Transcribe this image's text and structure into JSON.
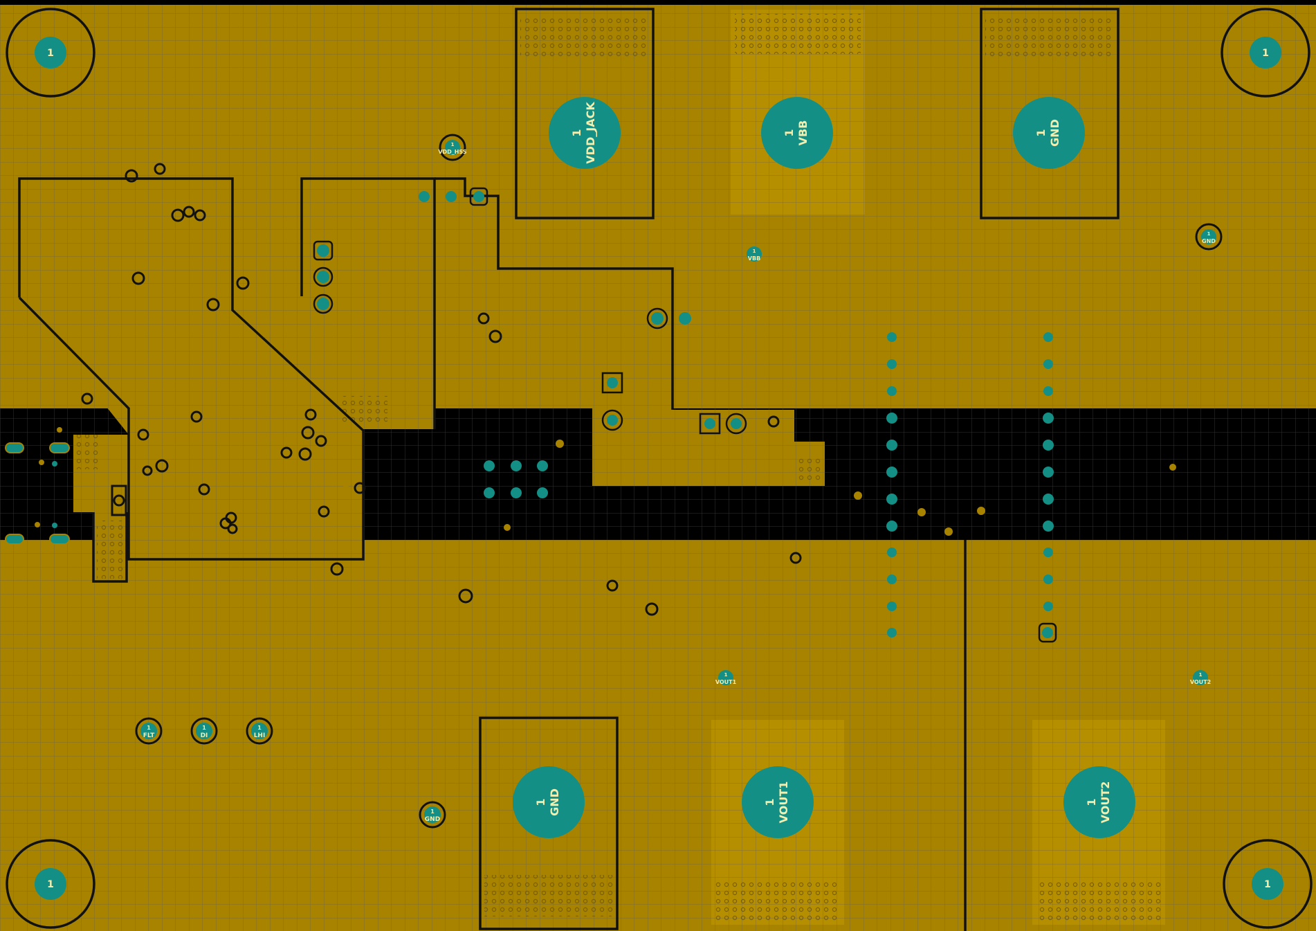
{
  "colors": {
    "background": "#000000",
    "copper": "#a88300",
    "copper_light": "#b68f00",
    "pad": "#138f86",
    "outline": "#111111",
    "label": "#f2eeb0",
    "grid": "#5b5b5b"
  },
  "mounting_holes": [
    "1",
    "1",
    "1",
    "1"
  ],
  "connectors": {
    "vdd_jack": {
      "num": "1",
      "net": "VDD_JACK"
    },
    "vbb": {
      "num": "1",
      "net": "VBB"
    },
    "gnd_top": {
      "num": "1",
      "net": "GND"
    },
    "gnd_bottom": {
      "num": "1",
      "net": "GND"
    },
    "vout1": {
      "num": "1",
      "net": "VOUT1"
    },
    "vout2": {
      "num": "1",
      "net": "VOUT2"
    }
  },
  "test_points": {
    "vdd_hss": {
      "num": "1",
      "net": "VDD_HSS"
    },
    "vbb": {
      "num": "1",
      "net": "VBB"
    },
    "gnd_right": {
      "num": "1",
      "net": "GND"
    },
    "vout1": {
      "num": "1",
      "net": "VOUT1"
    },
    "vout2": {
      "num": "1",
      "net": "VOUT2"
    },
    "flt": {
      "num": "1",
      "net": "FLT"
    },
    "di": {
      "num": "1",
      "net": "DI"
    },
    "lhi": {
      "num": "1",
      "net": "LHI"
    },
    "gnd_bottom": {
      "num": "1",
      "net": "GND"
    }
  }
}
